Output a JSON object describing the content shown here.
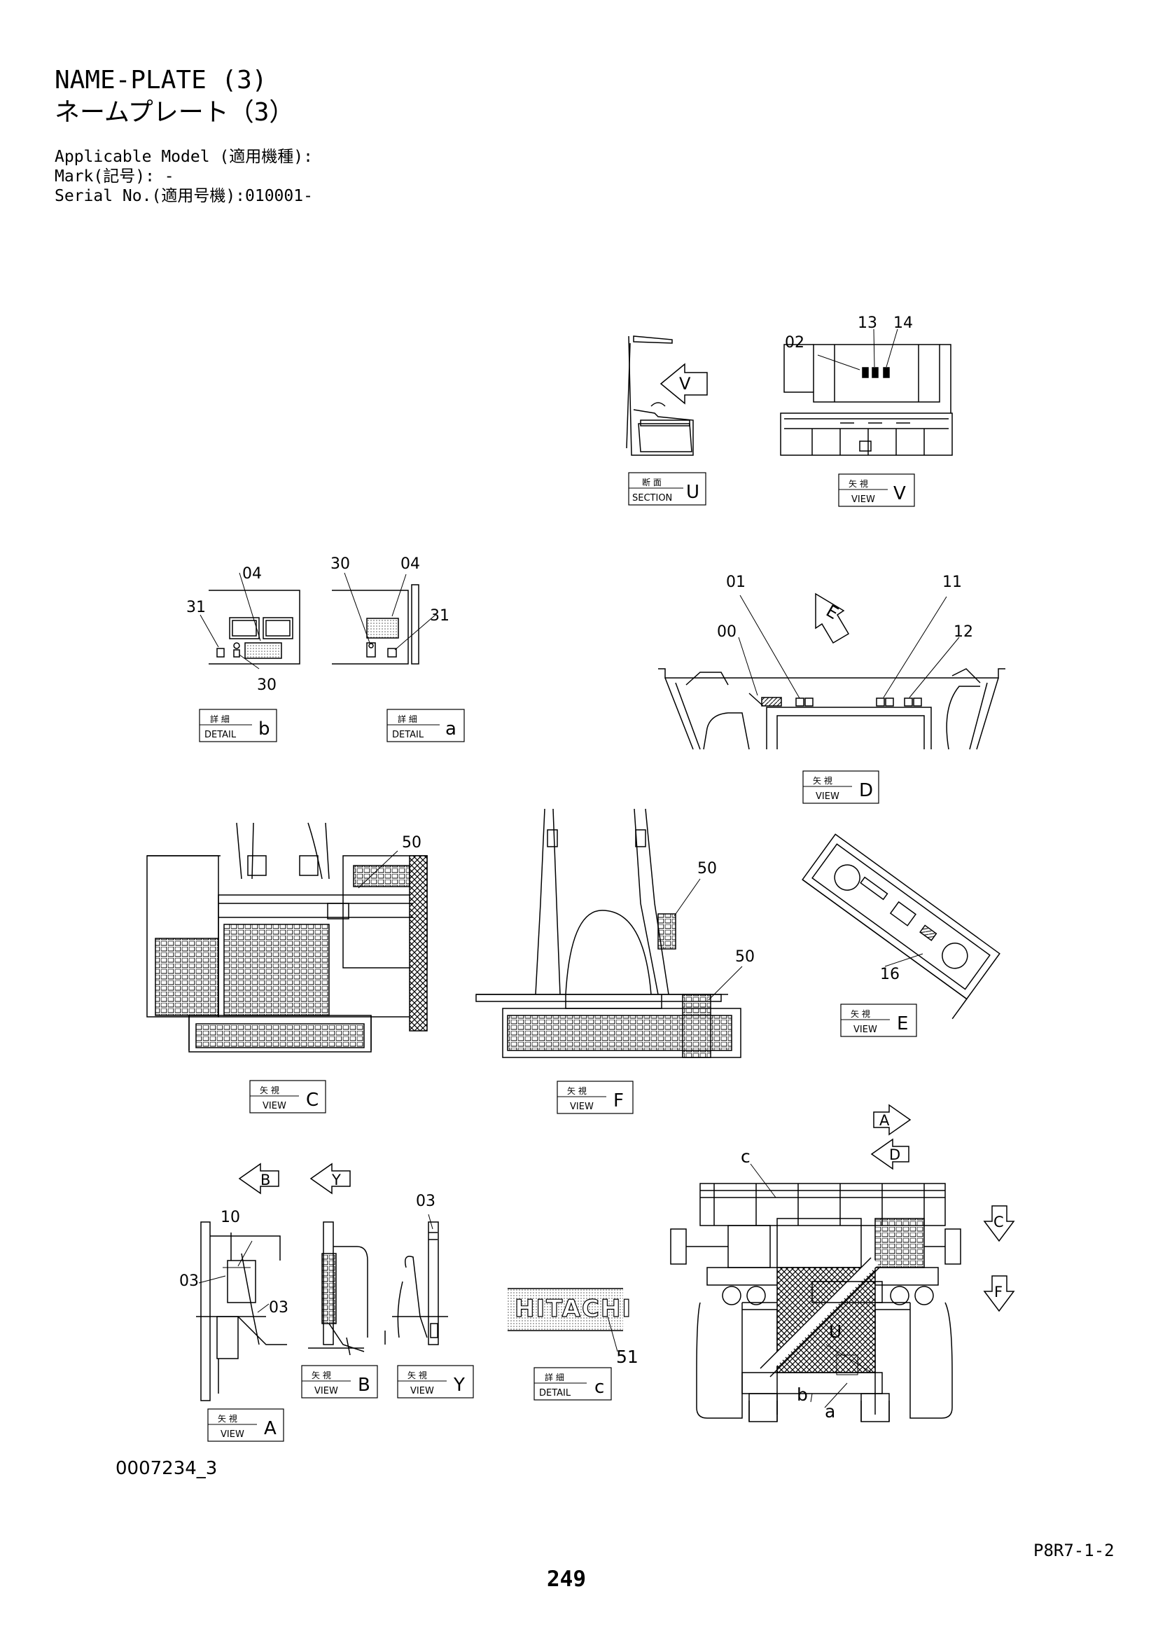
{
  "header": {
    "title_en": "NAME-PLATE (3)",
    "title_jp": "ネームプレート（3）",
    "applicable_model": "Applicable Model (適用機種):",
    "mark": "Mark(記号): -",
    "serial": "Serial No.(適用号機):010001-"
  },
  "views": {
    "section_u": {
      "jp": "断 面",
      "en": "SECTION",
      "letter": "U"
    },
    "view_v": {
      "jp": "矢 視",
      "en": "VIEW",
      "letter": "V"
    },
    "detail_b": {
      "jp": "詳 細",
      "en": "DETAIL",
      "letter": "b"
    },
    "detail_a": {
      "jp": "詳 細",
      "en": "DETAIL",
      "letter": "a"
    },
    "view_d": {
      "jp": "矢 視",
      "en": "VIEW",
      "letter": "D"
    },
    "view_c": {
      "jp": "矢 視",
      "en": "VIEW",
      "letter": "C"
    },
    "view_f": {
      "jp": "矢 視",
      "en": "VIEW",
      "letter": "F"
    },
    "view_e": {
      "jp": "矢 視",
      "en": "VIEW",
      "letter": "E"
    },
    "view_a": {
      "jp": "矢 視",
      "en": "VIEW",
      "letter": "A"
    },
    "view_b": {
      "jp": "矢 視",
      "en": "VIEW",
      "letter": "B"
    },
    "view_y": {
      "jp": "矢 視",
      "en": "VIEW",
      "letter": "Y"
    },
    "detail_c": {
      "jp": "詳 細",
      "en": "DETAIL",
      "letter": "c"
    }
  },
  "arrows": {
    "v": "V",
    "e": "E",
    "b": "B",
    "y": "Y",
    "a": "A",
    "d": "D",
    "c": "C",
    "f": "F"
  },
  "callouts": {
    "v_13": "13",
    "v_14": "14",
    "v_02": "02",
    "b_04": "04",
    "b_31": "31",
    "b_30": "30",
    "a_30": "30",
    "a_04": "04",
    "a_31": "31",
    "d_01": "01",
    "d_00": "00",
    "d_11": "11",
    "d_12": "12",
    "c_50": "50",
    "f_50a": "50",
    "f_50b": "50",
    "e_16": "16",
    "a_10": "10",
    "a_03a": "03",
    "a_03b": "03",
    "y_03": "03",
    "c_51": "51",
    "plate_text": "HITACHI",
    "ov_c": "c",
    "ov_u": "U",
    "ov_b": "b",
    "ov_a": "a"
  },
  "footer": {
    "doc_number": "0007234_3",
    "page_code": "P8R7-1-2",
    "page_number": "249"
  }
}
